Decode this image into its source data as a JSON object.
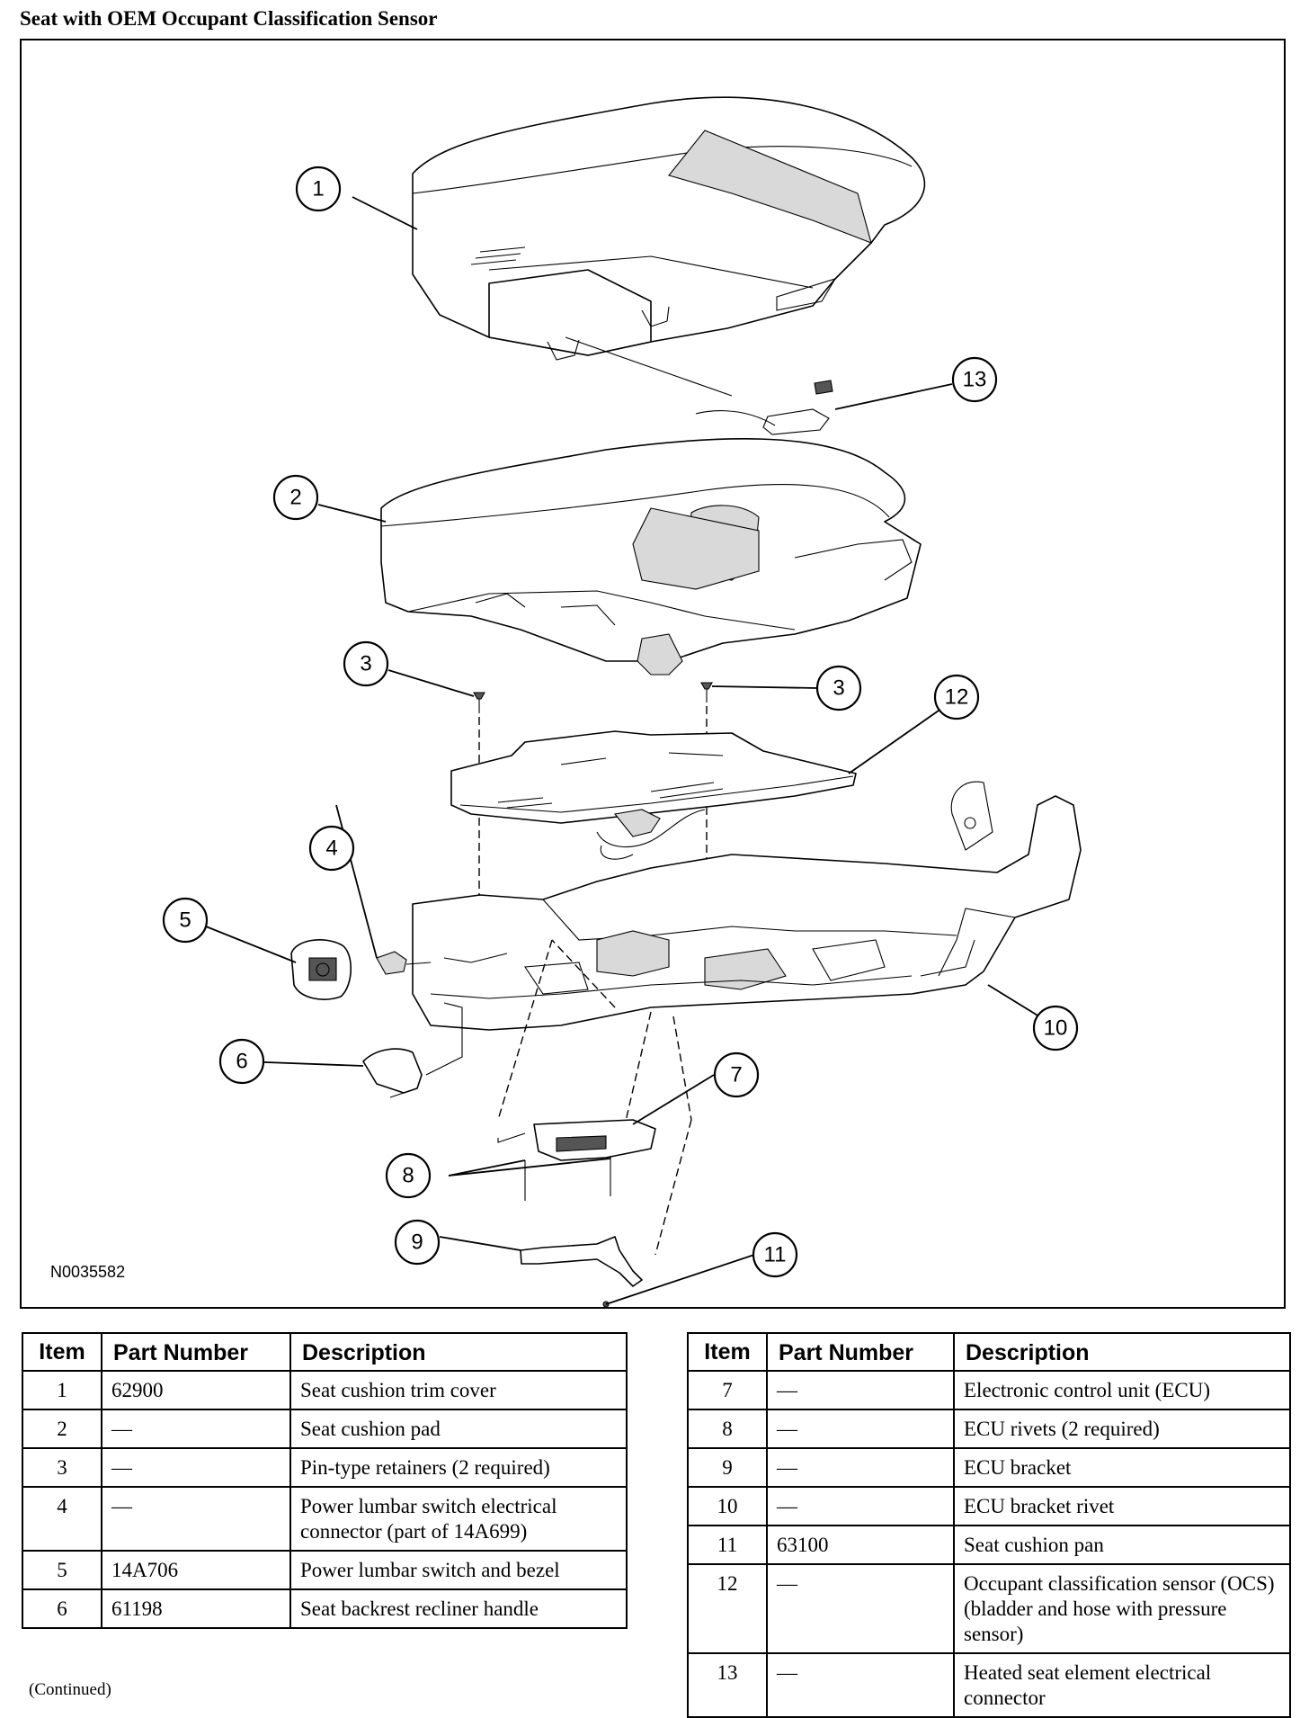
{
  "title": "Seat with OEM Occupant Classification Sensor",
  "figure": {
    "code": "N0035582",
    "callouts": [
      "1",
      "2",
      "3",
      "3",
      "4",
      "5",
      "6",
      "7",
      "8",
      "9",
      "10",
      "11",
      "12",
      "13"
    ]
  },
  "table_headers": {
    "item": "Item",
    "part_number": "Part Number",
    "description": "Description"
  },
  "parts_left": [
    {
      "item": "1",
      "part_number": "62900",
      "description": "Seat cushion trim cover"
    },
    {
      "item": "2",
      "part_number": "—",
      "description": "Seat cushion pad"
    },
    {
      "item": "3",
      "part_number": "—",
      "description": "Pin-type retainers (2 required)"
    },
    {
      "item": "4",
      "part_number": "—",
      "description": "Power lumbar switch electrical connector (part of 14A699)"
    },
    {
      "item": "5",
      "part_number": "14A706",
      "description": "Power lumbar switch and bezel"
    },
    {
      "item": "6",
      "part_number": "61198",
      "description": "Seat backrest recliner handle"
    }
  ],
  "parts_right": [
    {
      "item": "7",
      "part_number": "—",
      "description": "Electronic control unit (ECU)"
    },
    {
      "item": "8",
      "part_number": "—",
      "description": "ECU rivets (2 required)"
    },
    {
      "item": "9",
      "part_number": "—",
      "description": "ECU bracket"
    },
    {
      "item": "10",
      "part_number": "—",
      "description": "ECU bracket rivet"
    },
    {
      "item": "11",
      "part_number": "63100",
      "description": "Seat cushion pan"
    },
    {
      "item": "12",
      "part_number": "—",
      "description": "Occupant classification sensor (OCS) (bladder and hose with pressure sensor)"
    },
    {
      "item": "13",
      "part_number": "—",
      "description": "Heated seat element electrical connector"
    }
  ],
  "footer": {
    "continued": "(Continued)"
  }
}
